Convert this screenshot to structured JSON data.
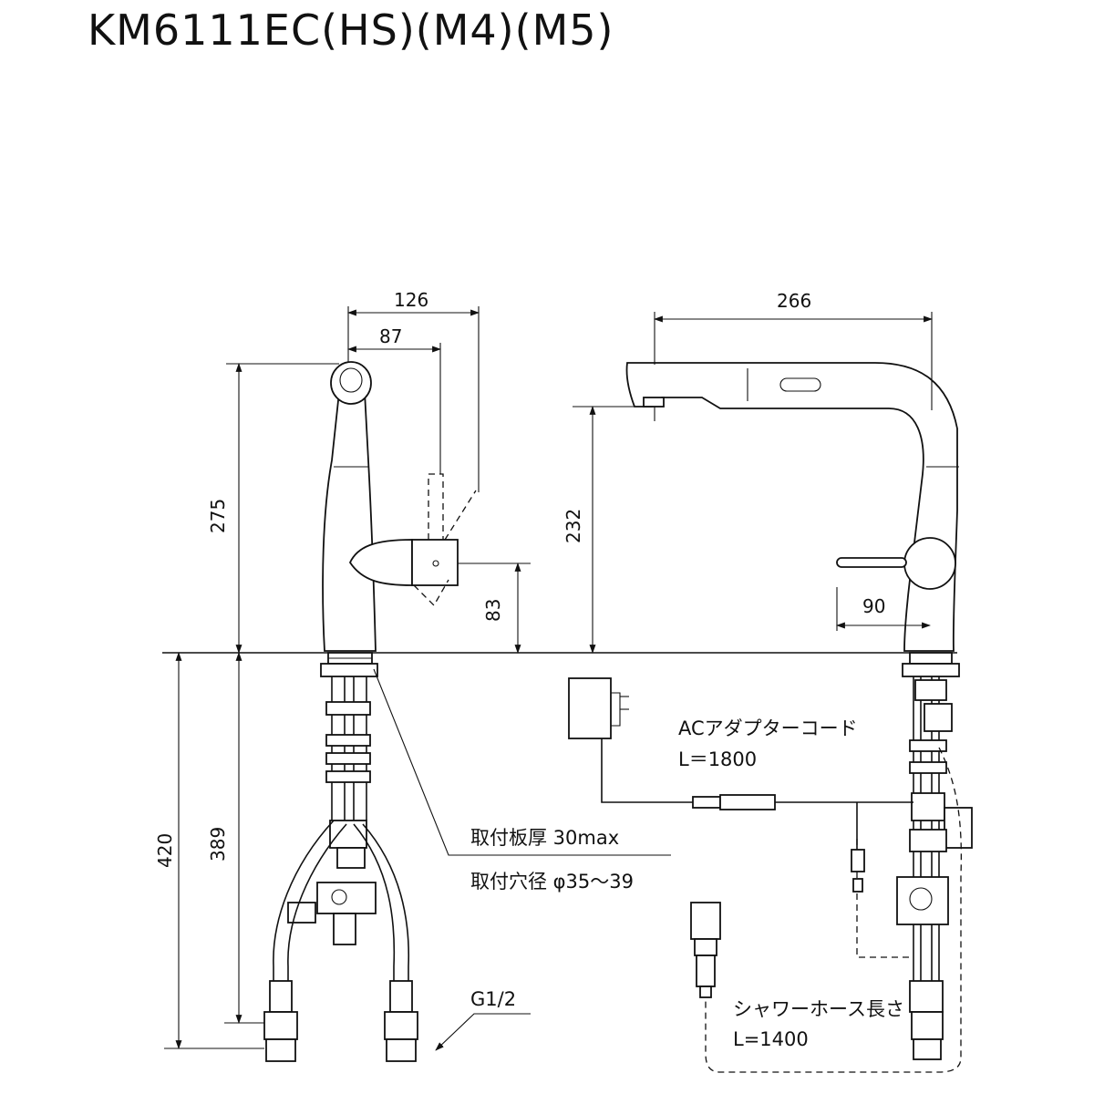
{
  "title": "KM6111EC(HS)(M4)(M5)",
  "dimensions": {
    "d126": "126",
    "d87": "87",
    "d275": "275",
    "d83": "83",
    "d420": "420",
    "d389": "389",
    "d266": "266",
    "d232": "232",
    "d90": "90"
  },
  "notes": {
    "mount_thickness": "取付板厚 30max",
    "mount_hole": "取付穴径 φ35～39",
    "thread": "G1/2",
    "ac_cord_title": "ACアダプターコード",
    "ac_cord_length": "L＝1800",
    "hose_title": "シャワーホース長さ",
    "hose_length": "L=1400"
  }
}
